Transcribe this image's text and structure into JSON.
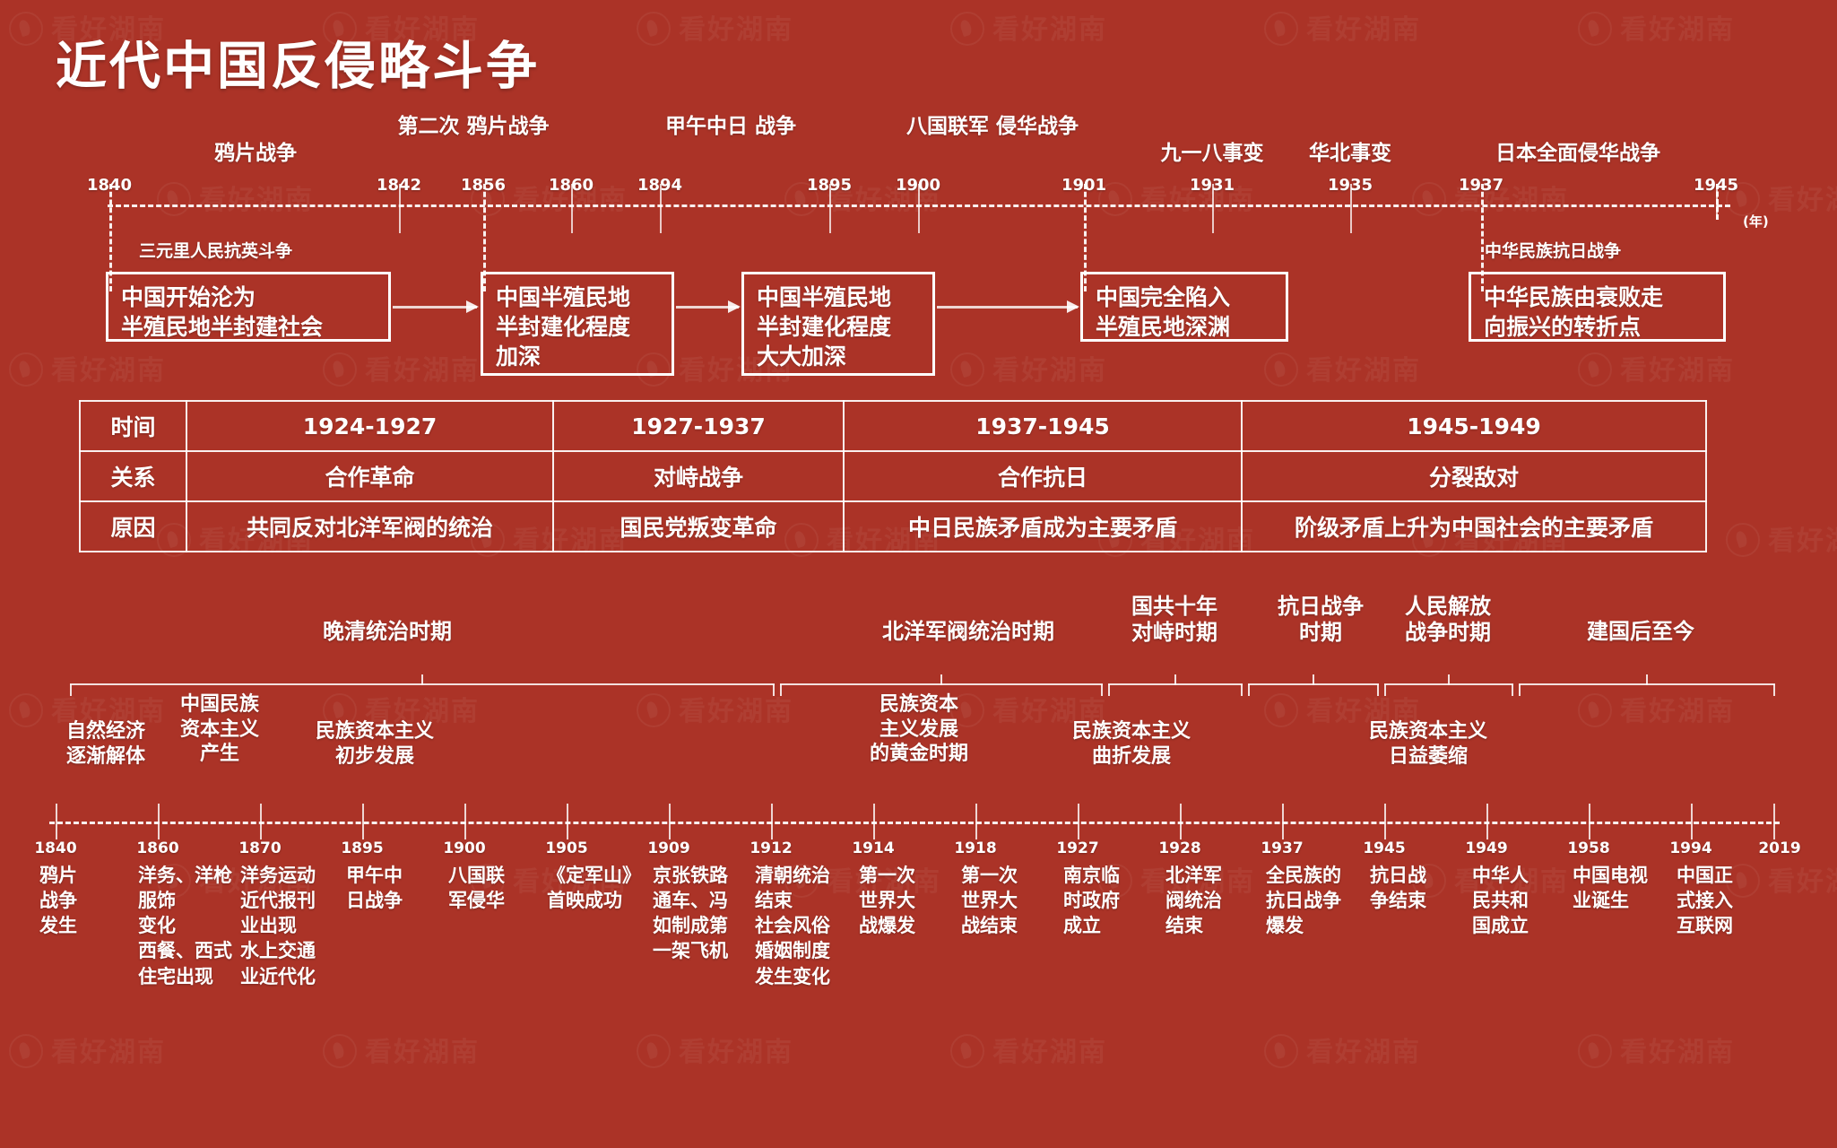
{
  "title": "近代中国反侵略斗争",
  "theme": {
    "background": "#ab3327",
    "line": "#ffffff",
    "text": "#ffffff"
  },
  "top_timeline": {
    "unit_label": "(年)",
    "years": [
      "1840",
      "1842",
      "1856",
      "1860",
      "1894",
      "1895",
      "1900",
      "1901",
      "1931",
      "1935",
      "1937",
      "1945"
    ],
    "events": [
      {
        "label": "鸦片战争",
        "year": "1840"
      },
      {
        "label": "第二次\n鸦片战争",
        "year": "1856"
      },
      {
        "label": "甲午中日\n战争",
        "year": "1894"
      },
      {
        "label": "八国联军\n侵华战争",
        "year": "1900"
      },
      {
        "label": "九一八事变",
        "year": "1931"
      },
      {
        "label": "华北事变",
        "year": "1935"
      },
      {
        "label": "日本全面侵华战争",
        "year": "1937"
      }
    ],
    "sub_labels": [
      {
        "label": "三元里人民抗英斗争"
      },
      {
        "label": "中华民族抗日战争"
      }
    ],
    "outcome_boxes": [
      {
        "text": "中国开始沦为\n半殖民地半封建社会"
      },
      {
        "text": "中国半殖民地\n半封建化程度\n加深"
      },
      {
        "text": "中国半殖民地\n半封建化程度\n大大加深"
      },
      {
        "text": "中国完全陷入\n半殖民地深渊"
      },
      {
        "text": "中华民族由衰败走\n向振兴的转折点"
      }
    ]
  },
  "relation_table": {
    "row_headers": [
      "时间",
      "关系",
      "原因"
    ],
    "columns": [
      {
        "time": "1924-1927",
        "relation": "合作革命",
        "reason": "共同反对北洋军阀的统治"
      },
      {
        "time": "1927-1937",
        "relation": "对峙战争",
        "reason": "国民党叛变革命"
      },
      {
        "time": "1937-1945",
        "relation": "合作抗日",
        "reason": "中日民族矛盾成为主要矛盾"
      },
      {
        "time": "1945-1949",
        "relation": "分裂敌对",
        "reason": "阶级矛盾上升为中国社会的主要矛盾"
      }
    ]
  },
  "periods": [
    {
      "label": "晚清统治时期"
    },
    {
      "label": "北洋军阀统治时期"
    },
    {
      "label": "国共十年\n对峙时期"
    },
    {
      "label": "抗日战争\n时期"
    },
    {
      "label": "人民解放\n战争时期"
    },
    {
      "label": "建国后至今"
    }
  ],
  "economy_phases": [
    {
      "label": "自然经济\n逐渐解体"
    },
    {
      "label": "中国民族\n资本主义\n产生"
    },
    {
      "label": "民族资本主义\n初步发展"
    },
    {
      "label": "民族资本\n主义发展\n的黄金时期"
    },
    {
      "label": "民族资本主义\n曲折发展"
    },
    {
      "label": "民族资本主义\n日益萎缩"
    }
  ],
  "bottom_timeline": {
    "years": [
      "1840",
      "1860",
      "1870",
      "1895",
      "1900",
      "1905",
      "1909",
      "1912",
      "1914",
      "1918",
      "1927",
      "1928",
      "1937",
      "1945",
      "1949",
      "1958",
      "1994",
      "2019"
    ],
    "events": [
      {
        "year": "1840",
        "text": "鸦片\n战争\n发生"
      },
      {
        "year": "1860",
        "text": "洋务、洋枪\n服饰\n变化\n西餐、西式\n住宅出现"
      },
      {
        "year": "1870",
        "text": "洋务运动\n近代报刊\n业出现\n水上交通\n业近代化"
      },
      {
        "year": "1895",
        "text": "甲午中\n日战争"
      },
      {
        "year": "1900",
        "text": "八国联\n军侵华"
      },
      {
        "year": "1905",
        "text": "《定军山》\n首映成功"
      },
      {
        "year": "1909",
        "text": "京张铁路\n通车、冯\n如制成第\n一架飞机"
      },
      {
        "year": "1912",
        "text": "清朝统治\n结束\n社会风俗\n婚姻制度\n发生变化"
      },
      {
        "year": "1914",
        "text": "第一次\n世界大\n战爆发"
      },
      {
        "year": "1918",
        "text": "第一次\n世界大\n战结束"
      },
      {
        "year": "1927",
        "text": "南京临\n时政府\n成立"
      },
      {
        "year": "1928",
        "text": "北洋军\n阀统治\n结束"
      },
      {
        "year": "1937",
        "text": "全民族的\n抗日战争\n爆发"
      },
      {
        "year": "1945",
        "text": "抗日战\n争结束"
      },
      {
        "year": "1949",
        "text": "中华人\n民共和\n国成立"
      },
      {
        "year": "1958",
        "text": "中国电视\n业诞生"
      },
      {
        "year": "1994",
        "text": "中国正\n式接入\n互联网"
      }
    ]
  },
  "watermark": {
    "text": "看好湖南"
  }
}
